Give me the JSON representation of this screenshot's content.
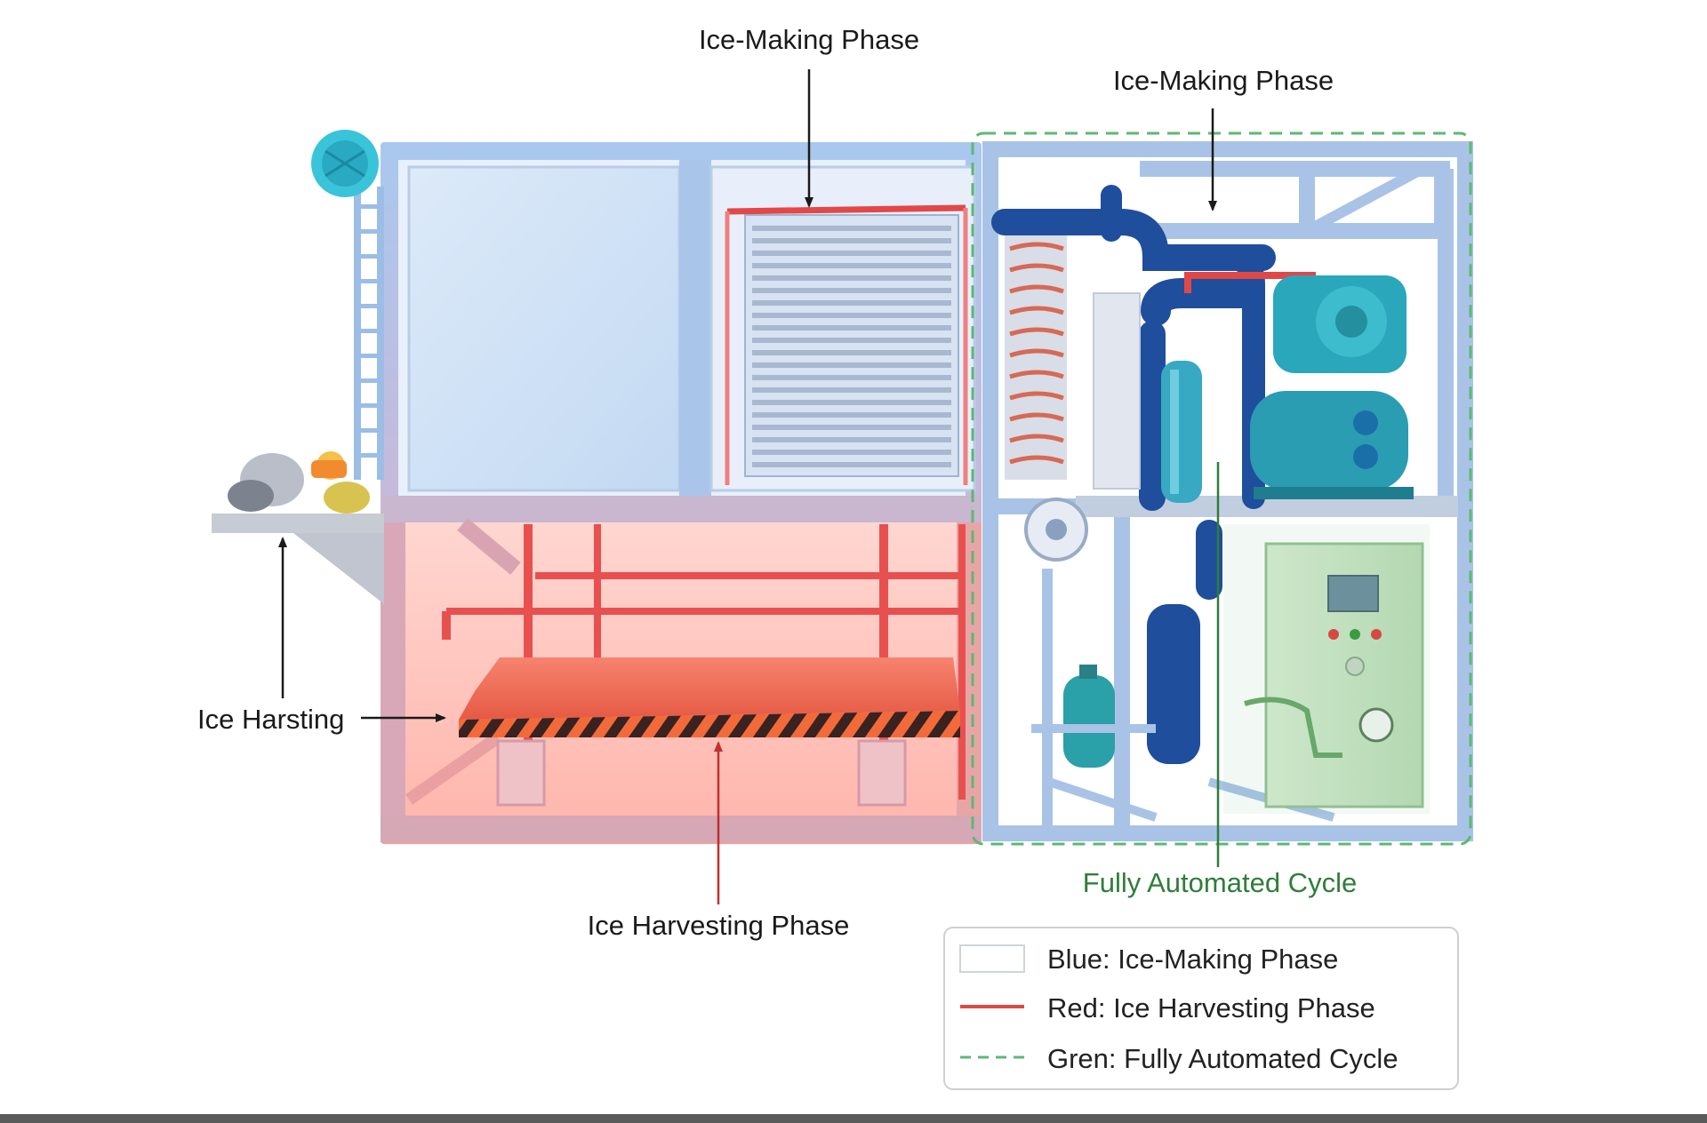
{
  "labels": {
    "ice_making_top": "Ice-Making Phase",
    "ice_making_right": "Ice-Making Phase",
    "ice_harvesting_left": "Ice Harsting",
    "ice_harvesting_bottom": "Ice Harvesting Phase",
    "automated": "Fully Automated Cycle"
  },
  "legend": {
    "items": [
      {
        "label": "Blue: Ice-Making Phase",
        "style": "box"
      },
      {
        "label": "Red: Ice Harvesting Phase",
        "style": "solid",
        "color": "#e04848"
      },
      {
        "label": "Gren: Fully Automated Cycle",
        "style": "dashed",
        "color": "#5cb874"
      }
    ]
  },
  "colors": {
    "blue_frame": "#9bbde6",
    "red_zone": "#f06a5a",
    "green_zone": "#5cb874",
    "pipe_blue": "#1f4e9c",
    "teal_equipment": "#3aa6b8",
    "panel_green": "#cfe8cf",
    "label_dark": "#1a1a1a",
    "label_green": "#2f7d3a",
    "arrow_red": "#c03030"
  },
  "icons": {
    "fan": "fan-icon",
    "compressor": "compressor-icon",
    "control_panel": "control-panel-icon",
    "pressure_gauge": "gauge-icon"
  }
}
